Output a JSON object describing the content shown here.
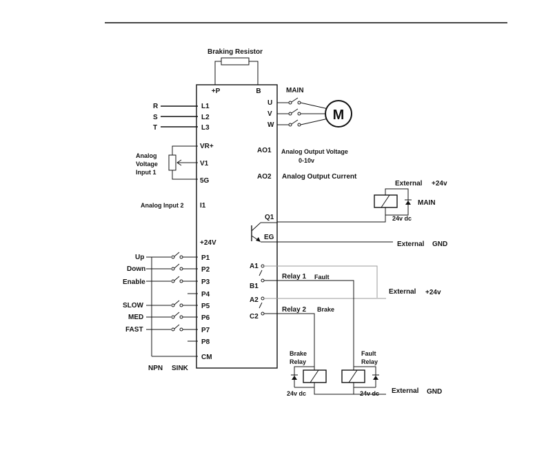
{
  "resistor": {
    "label": "Braking Resistor"
  },
  "drive": {
    "terminals": {
      "p_plus": "+P",
      "b": "B",
      "l1": "L1",
      "l2": "L2",
      "l3": "L3",
      "vr_plus": "VR+",
      "v1": "V1",
      "g5": "5G",
      "i1": "I1",
      "v24": "+24V",
      "p1": "P1",
      "p2": "P2",
      "p3": "P3",
      "p4": "P4",
      "p5": "P5",
      "p6": "P6",
      "p7": "P7",
      "p8": "P8",
      "cm": "CM",
      "ao1": "AO1",
      "ao2": "AO2",
      "q1": "Q1",
      "eg": "EG",
      "a1": "A1",
      "b1": "B1",
      "a2": "A2",
      "c2": "C2"
    }
  },
  "power": {
    "r": "R",
    "s": "S",
    "t": "T"
  },
  "motor": {
    "main": "MAIN",
    "u": "U",
    "v": "V",
    "w": "W",
    "symbol": "M"
  },
  "analog": {
    "voltage_input_line1": "Analog",
    "voltage_input_line2": "Voltage",
    "voltage_input_line3": "Input 1",
    "input2": "Analog Input 2",
    "ao1_desc": "Analog Output Voltage",
    "ao1_range": "0-10v",
    "ao2_desc": "Analog Output Current"
  },
  "inputs": {
    "up": "Up",
    "down": "Down",
    "enable": "Enable",
    "slow": "SLOW",
    "med": "MED",
    "fast": "FAST",
    "npn": "NPN",
    "sink": "SINK"
  },
  "outputs": {
    "external_24v_top_a": "External",
    "external_24v_top_b": "+24v",
    "main_relay": "MAIN",
    "dc_top": "24v dc",
    "external_gnd_a": "External",
    "external_gnd_b": "GND",
    "relay1": "Relay 1",
    "fault": "Fault",
    "relay2": "Relay 2",
    "brake": "Brake",
    "external_24v_mid_a": "External",
    "external_24v_mid_b": "+24v",
    "brake_relay_1": "Brake",
    "brake_relay_2": "Relay",
    "fault_relay_1": "Fault",
    "fault_relay_2": "Relay",
    "dc_brake": "24v dc",
    "dc_fault": "24v dc",
    "external_gnd_bottom_a": "External",
    "external_gnd_bottom_b": "GND"
  }
}
